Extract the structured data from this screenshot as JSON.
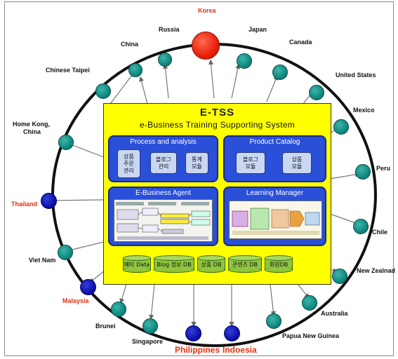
{
  "countries": {
    "korea": "Korea",
    "russia": "Russia",
    "japan": "Japan",
    "china": "China",
    "canada": "Canada",
    "chinese_taipei": "Chinese Taipei",
    "united_states": "United States",
    "mexico": "Mexico",
    "hong_kong_line1": "Home Kong,",
    "hong_kong_line2": "China",
    "peru": "Peru",
    "thailand": "Thailand",
    "chile": "Chile",
    "viet_nam": "Viet Nam",
    "new_zealand": "New Zealnad",
    "malaysia": "Malaysia",
    "australia": "Australia",
    "brunei": "Brunei",
    "papua_new_guinea": "Papua New Guinea",
    "singapore": "Singapore",
    "philippines": "Philippines",
    "indonesia": "Indoesia"
  },
  "system": {
    "title": "E-TSS",
    "subtitle": "e-Business Training Supporting System"
  },
  "process": {
    "title": "Process and analysis",
    "modules": [
      "상품\n주문\n관리",
      "블로그\n관리",
      "통계\n모듈"
    ]
  },
  "catalog": {
    "title": "Product Catalog",
    "modules": [
      "블로그\n모듈",
      "상품\n모듈"
    ]
  },
  "agent": {
    "title": "E-Business Agent"
  },
  "learning": {
    "title": "Learning Manager"
  },
  "databases": [
    "메타 Data",
    "Blog 정보 DB",
    "상품 DB",
    "콘텐츠 DB",
    "회원DB"
  ],
  "colors": {
    "ring": "#111111",
    "teal_node": "#0e8a80",
    "blue_node": "#1010b0",
    "host_node": "#e8200a",
    "panel": "#ffff00",
    "box": "#2a4fd8",
    "db": "#8ec63f",
    "highlight_text": "#e03010"
  }
}
